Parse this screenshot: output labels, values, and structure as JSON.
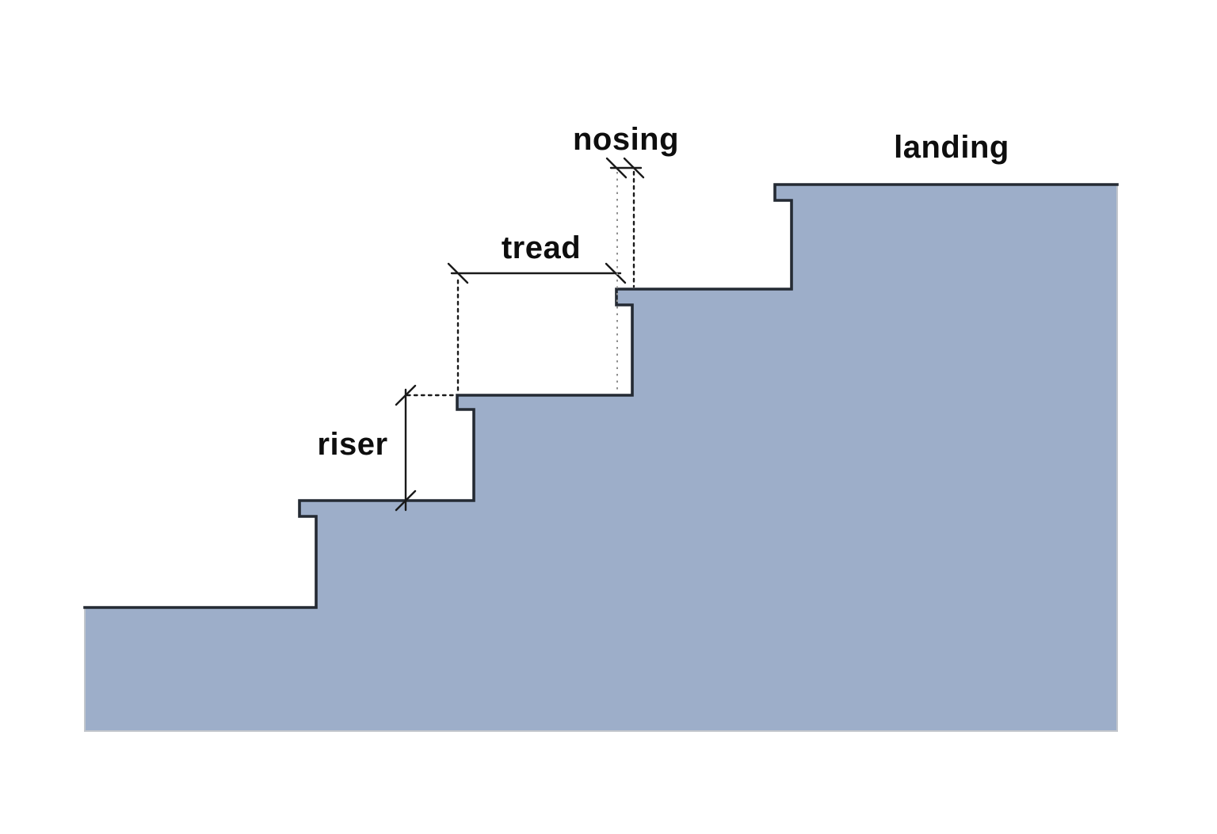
{
  "diagram": {
    "type": "stair-cross-section",
    "labels": {
      "nosing": "nosing",
      "tread": "tread",
      "riser": "riser",
      "landing": "landing"
    },
    "colors": {
      "background": "#FFFFFF",
      "stair_fill": "#9DAEC9",
      "stair_outline": "#242A33",
      "stair_soft_edge": "#C2C6CC",
      "dimension": "#1A1A1A",
      "projection_light": "#8F8F8F",
      "label_text": "#0E0E0E"
    }
  }
}
